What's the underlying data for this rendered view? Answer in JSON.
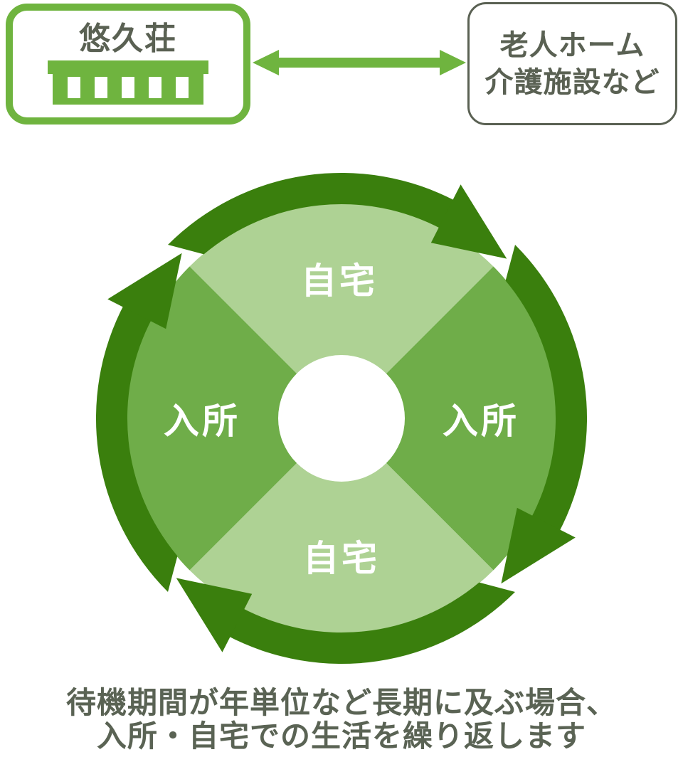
{
  "facility_box": {
    "title": "悠久荘"
  },
  "partner_box": {
    "line1": "老人ホーム",
    "line2": "介護施設など"
  },
  "link": {
    "type": "bidirectional-arrow"
  },
  "cycle": {
    "direction": "clockwise",
    "top": "自宅",
    "right": "入所",
    "bottom": "自宅",
    "left": "入所"
  },
  "caption": {
    "line1": "待機期間が年単位など長期に及ぶ場合、",
    "line2": "入所・自宅での生活を繰り返します"
  },
  "icons": {
    "building": "facility-building-icon",
    "link_arrow": "bidirectional-arrow-icon",
    "cycle_arrow": "cycle-arrow-icon"
  },
  "colors": {
    "green_bright": "#6fb43f",
    "green_medium": "#6fad49",
    "green_light": "#aed294",
    "green_dark": "#3a7f0d",
    "text_dark": "#5a6153",
    "background": "#ffffff"
  }
}
